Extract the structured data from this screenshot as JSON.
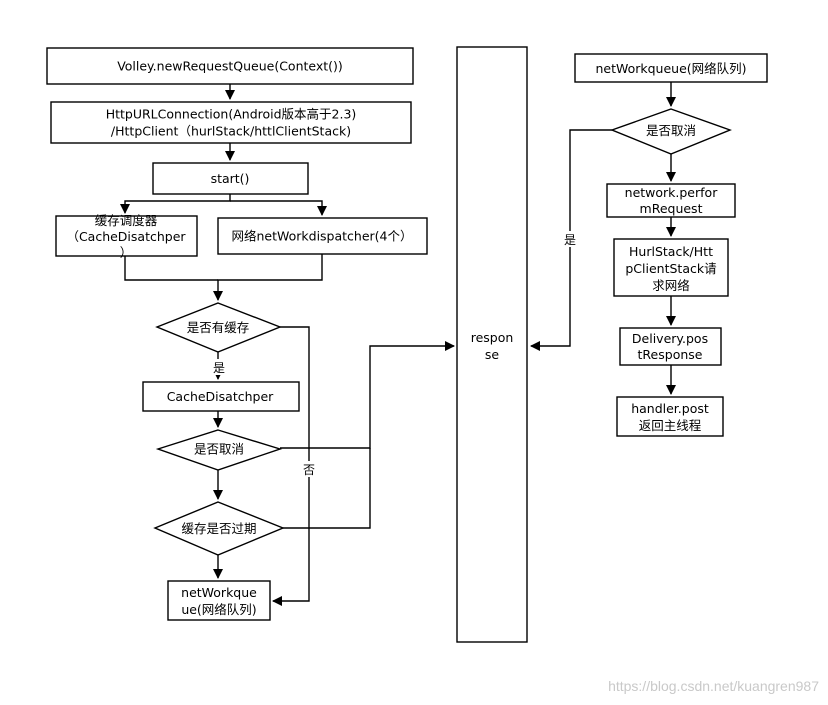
{
  "nodes": {
    "volley": "Volley.newRequestQueue(Context())",
    "http_line1": "HttpURLConnection(Android版本高于2.3)",
    "http_line2": "/HttpClient（hurlStack/httlClientStack)",
    "start": "start()",
    "cache_dispatcher_line1": "缓存调度器",
    "cache_dispatcher_line2": "（CacheDisatchper",
    "cache_dispatcher_line3": "）",
    "network_dispatcher": "网络netWorkdispatcher(4个）",
    "has_cache": "是否有缓存",
    "cache_disatchper": "CacheDisatchper",
    "cancelled_left": "是否取消",
    "cache_expired": "缓存是否过期",
    "net_queue_left_line1": "netWorkque",
    "net_queue_left_line2": "ue(网络队列)",
    "response_line1": "respon",
    "response_line2": "se",
    "net_queue_right": "netWorkqueue(网络队列)",
    "cancelled_right": "是否取消",
    "perform_line1": "network.perfor",
    "perform_line2": "mRequest",
    "hurl_line1": "HurlStack/Htt",
    "hurl_line2": "pClientStack请",
    "hurl_line3": "求网络",
    "delivery_line1": "Delivery.pos",
    "delivery_line2": "tResponse",
    "handler_line1": "handler.post",
    "handler_line2": "返回主线程"
  },
  "edge_labels": {
    "yes_cache": "是",
    "no_cache": "否",
    "yes_cancel_right": "是"
  },
  "watermark": "https://blog.csdn.net/kuangren987"
}
